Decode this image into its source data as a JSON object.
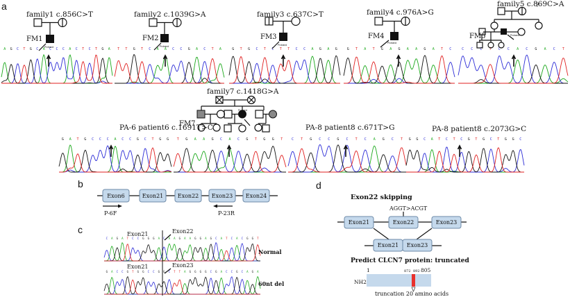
{
  "panel_labels": {
    "a": "a",
    "b": "b",
    "c": "c",
    "d": "d"
  },
  "families": [
    {
      "title": "family1 c.856C>T",
      "fm": "FM1",
      "bases": "A G C T G C A C C C A C T C T G A"
    },
    {
      "title": "family2 c.1039G>A",
      "fm": "FM2",
      "bases": "T T G T C A A C C G A C T A"
    },
    {
      "title": "family3 c.637C>T",
      "fm": "FM3",
      "bases": "G T G C T C T T C C A G A G"
    },
    {
      "title": "family4 c.976A>G",
      "fm": "FM4",
      "bases": "G T A T G A G A A G A T C"
    },
    {
      "title": "family5 c.869C>A",
      "fm": "FM5",
      "bases": "C C C T C C A C G A C T"
    },
    {
      "title": "family7 c.1418G>A",
      "fm": "FM7",
      "bases": "T G A A G C A C G T G G T"
    }
  ],
  "patients": [
    {
      "title": "PA-6 patient6 c.1691T>C",
      "bases": "G A T G C C C A C C G C T G G"
    },
    {
      "title": "PA-8 patient8 c.671T>G",
      "bases": "C T G C C G C T C A G C T"
    },
    {
      "title": "PA-8 patient8 c.2073G>C",
      "bases": "G G C A T C T C G T G C T G G C"
    }
  ],
  "proband_label": "Proband",
  "unknown_mark": "?",
  "panel_b": {
    "exons": [
      "Exon6",
      "Exon21",
      "Exon22",
      "Exon23",
      "Exon24"
    ],
    "primer_f": "P-6F",
    "primer_r": "P-23R"
  },
  "panel_c": {
    "top_labels": [
      "Exon21",
      "Exon22"
    ],
    "bottom_labels": [
      "Exon21",
      "Exon23"
    ],
    "normal": "Normal",
    "del": "60nt del"
  },
  "panel_d": {
    "title": "Exon22 skipping",
    "mutation": "AGGT>ACGT",
    "exons_top": [
      "Exon21",
      "Exon22",
      "Exon23"
    ],
    "exons_bottom": [
      "Exon21",
      "Exon23"
    ],
    "protein_title": "Predict CLCN7 protein: truncated",
    "pos_start": "1",
    "pos_a": "872",
    "pos_b": "892",
    "pos_end": "805",
    "nh2": "NH2",
    "truncation": "truncation 20 amino acids"
  },
  "colors": {
    "A": "#1aa81a",
    "C": "#2b2bd6",
    "G": "#111111",
    "T": "#e01f1f",
    "exon": "#c5d9ec",
    "exon_stroke": "#6d8aa8",
    "mut": "#e8312c"
  }
}
